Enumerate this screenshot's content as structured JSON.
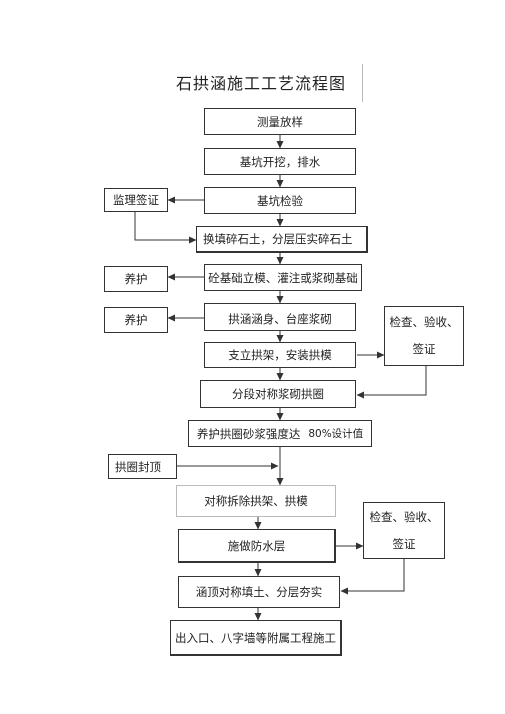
{
  "title": "石拱涵施工工艺流程图",
  "steps": {
    "s1": "测量放样",
    "s2": "基坑开挖，排水",
    "s3": "基坑检验",
    "s4": "换填碎石土，分层压实碎石土",
    "s5": "砼基础立模、灌注或浆砌基础",
    "s6": "拱涵涵身、台座浆砌",
    "s7": "支立拱架，安装拱模",
    "s8": "分段对称浆砌拱圈",
    "s9_text": "养护拱圈砂浆强度达",
    "s9_value": "80%设计值",
    "s10": "对称拆除拱架、拱模",
    "s11": "施做防水层",
    "s12": "涵顶对称填土、分层夯实",
    "s13": "出入口、八字墙等附属工程施工"
  },
  "side": {
    "supervision": "监理签证",
    "curing1": "养护",
    "curing2": "养护",
    "arch_top": "拱圈封顶",
    "inspect1_line1": "检查、验收、",
    "inspect1_line2": "签证",
    "inspect2_line1": "检查、验收、",
    "inspect2_line2": "签证"
  }
}
